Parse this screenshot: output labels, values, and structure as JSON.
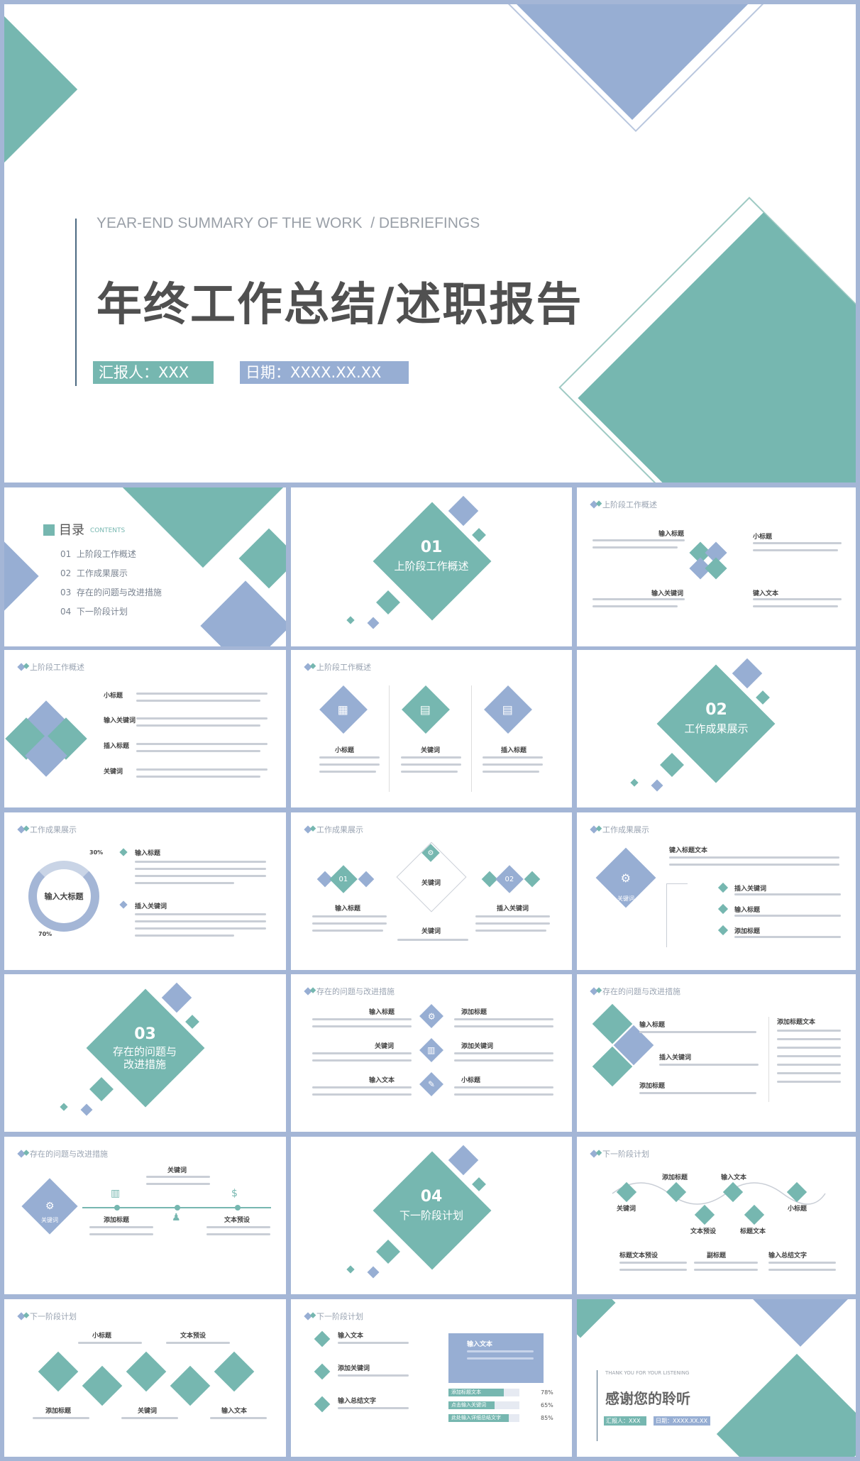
{
  "cover": {
    "subtitle_en": "YEAR-END SUMMARY OF THE WORK  / DEBRIEFINGS",
    "title": "年终工作总结/述职报告",
    "reporter": "汇报人：XXX",
    "date": "日期：XXXX.XX.XX"
  },
  "toc": {
    "title": "目录",
    "title_en": "CONTENTS",
    "items": [
      "01  上阶段工作概述",
      "02  工作成果展示",
      "03  存在的问题与改进措施",
      "04  下一阶段计划"
    ]
  },
  "sections": [
    {
      "num": "01",
      "name": "上阶段工作概述"
    },
    {
      "num": "02",
      "name": "工作成果展示"
    },
    {
      "num": "03",
      "name": "存在的问题与改进措施"
    },
    {
      "num": "04",
      "name": "下一阶段计划"
    }
  ],
  "slides": {
    "s3": {
      "header": "上阶段工作概述",
      "labels": [
        "输入标题",
        "小标题",
        "输入关键词",
        "键入文本"
      ]
    },
    "s4": {
      "header": "上阶段工作概述",
      "labels": [
        "小标题",
        "输入关键词",
        "插入标题",
        "关键词"
      ]
    },
    "s5": {
      "header": "上阶段工作概述",
      "labels": [
        "小标题",
        "关键词",
        "插入标题"
      ]
    },
    "s7": {
      "header": "工作成果展示",
      "center": "输入大标题",
      "pct_top": "30%",
      "pct_bottom": "70%",
      "labels": [
        "输入标题",
        "插入关键词"
      ]
    },
    "s8": {
      "header": "工作成果展示",
      "n1": "01",
      "n2": "02",
      "labels": [
        "关键词",
        "输入标题",
        "插入关键词",
        "关键词"
      ]
    },
    "s9": {
      "header": "工作成果展示",
      "main": "关键词",
      "top": "键入标题文本",
      "labels": [
        "插入关键词",
        "输入标题",
        "添加标题"
      ]
    },
    "s11": {
      "header": "存在的问题与改进措施",
      "labels_left": [
        "输入标题",
        "关键词",
        "输入文本"
      ],
      "labels_right": [
        "添加标题",
        "添加关键词",
        "小标题"
      ]
    },
    "s12": {
      "header": "存在的问题与改进措施",
      "labels": [
        "输入标题",
        "插入关键词",
        "添加标题",
        "添加标题文本"
      ]
    },
    "s13": {
      "header": "存在的问题与改进措施",
      "main": "关键词",
      "labels": [
        "关键词",
        "添加标题",
        "文本预设"
      ]
    },
    "s15": {
      "header": "下一阶段计划",
      "labels_top": [
        "添加标题",
        "输入文本",
        "小标题",
        "关键词"
      ],
      "labels_mid": [
        "文本预设",
        "标题文本"
      ],
      "labels_bottom": [
        "标题文本预设",
        "副标题",
        "输入总结文字"
      ]
    },
    "s16": {
      "header": "下一阶段计划",
      "labels_top": [
        "小标题",
        "文本预设"
      ],
      "labels_bottom": [
        "添加标题",
        "关键词",
        "输入文本"
      ]
    },
    "s17": {
      "header": "下一阶段计划",
      "labels": [
        "输入文本",
        "添加关键词",
        "输入总结文字"
      ],
      "box_title": "输入文本",
      "bars": [
        {
          "label": "添加标题文本",
          "value": "78%",
          "frac": 0.78
        },
        {
          "label": "点击输入关键词",
          "value": "65%",
          "frac": 0.65
        },
        {
          "label": "此处输入详细总结文字",
          "value": "85%",
          "frac": 0.85
        }
      ]
    },
    "s18": {
      "en": "THANK YOU FOR YOUR LISTENING",
      "title": "感谢您的聆听",
      "reporter": "汇报人：XXX",
      "date": "日期：XXXX.XX.XX"
    }
  },
  "colors": {
    "teal": "#76b7b0",
    "blue": "#97aed3",
    "frame": "#a4b6d6"
  }
}
